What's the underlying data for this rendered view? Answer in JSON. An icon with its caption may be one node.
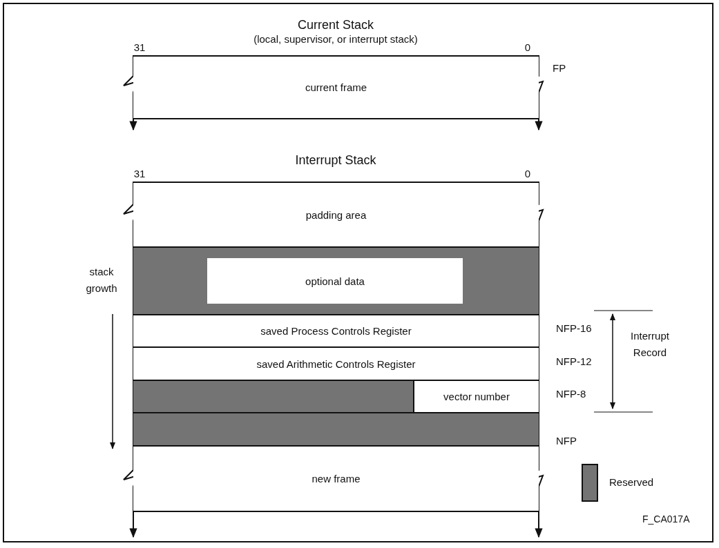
{
  "diagram": {
    "nodes": [
      {
        "text": [
          "current frame"
        ]
      },
      {
        "text": [
          "padding area"
        ]
      },
      {
        "text": [],
        "shape": "bar"
      },
      {
        "text": [
          "optional data"
        ],
        "in": 2
      },
      {
        "text": [
          "saved Process Controls Register"
        ]
      },
      {
        "text": [
          "saved Arithmetic Controls Register"
        ]
      },
      {
        "text": [],
        "shape": "bar"
      },
      {
        "text": [
          "vector number"
        ]
      },
      {
        "text": [],
        "shape": "bar"
      },
      {
        "text": [
          "new frame"
        ]
      }
    ],
    "edges": [],
    "labels": [
      "Current Stack",
      "(local, supervisor, or interrupt stack)",
      "31",
      "0",
      "FP",
      "Interrupt Stack",
      "31",
      "0",
      "stack growth",
      "NFP-16",
      "Interrupt Record",
      "NFP-12",
      "NFP-8",
      "NFP",
      "F_CA017A"
    ],
    "legend": [
      {
        "text": "Reserved",
        "color": "#747474"
      }
    ]
  }
}
